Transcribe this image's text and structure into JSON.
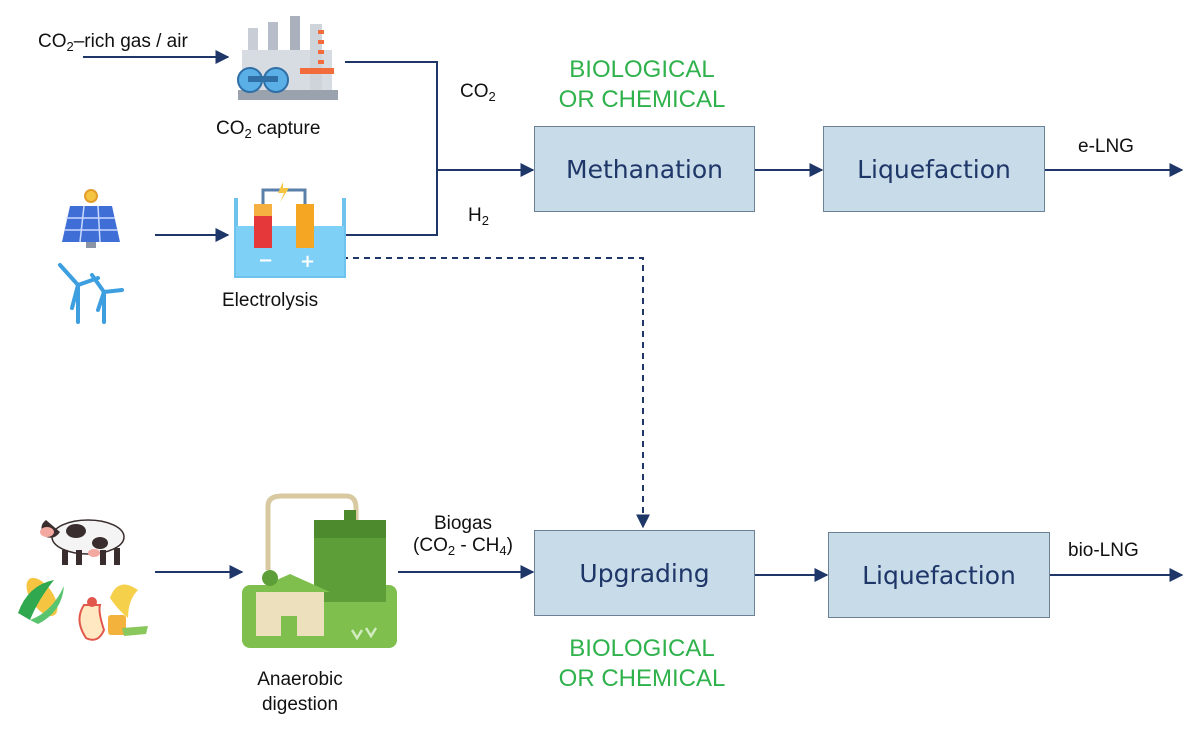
{
  "inputs": {
    "co2_gas_prefix": "CO",
    "co2_gas_sub": "2",
    "co2_gas_suffix": "–rich gas / air"
  },
  "labels": {
    "capture_prefix": "CO",
    "capture_sub": "2",
    "capture_suffix": " capture",
    "electrolysis": "Electrolysis",
    "co2_prefix": "CO",
    "co2_sub": "2",
    "h2_prefix": "H",
    "h2_sub": "2",
    "anaerobic_line1": "Anaerobic",
    "anaerobic_line2": "digestion",
    "biogas_line1": "Biogas",
    "biogas_line2_a": "(CO",
    "biogas_line2_sub1": "2",
    "biogas_line2_b": " - CH",
    "biogas_line2_sub2": "4",
    "biogas_line2_c": ")"
  },
  "process_notes": {
    "top_line1": "BIOLOGICAL",
    "top_line2": "OR CHEMICAL",
    "bottom_line1": "BIOLOGICAL",
    "bottom_line2": "OR CHEMICAL"
  },
  "boxes": {
    "methanation": "Methanation",
    "liquefaction_top": "Liquefaction",
    "upgrading": "Upgrading",
    "liquefaction_bottom": "Liquefaction"
  },
  "outputs": {
    "e_lng": "e-LNG",
    "bio_lng": "bio-LNG"
  },
  "colors": {
    "box_fill": "#c8dbe8",
    "box_text": "#1e3668",
    "arrow": "#1e3668",
    "note_green": "#2fb24c"
  },
  "icons": [
    "industrial-plant-icon",
    "solar-panel-icon",
    "wind-turbine-icon",
    "electrolyzer-icon",
    "cow-icon",
    "corn-icon",
    "organic-waste-icon",
    "biogas-plant-icon"
  ]
}
